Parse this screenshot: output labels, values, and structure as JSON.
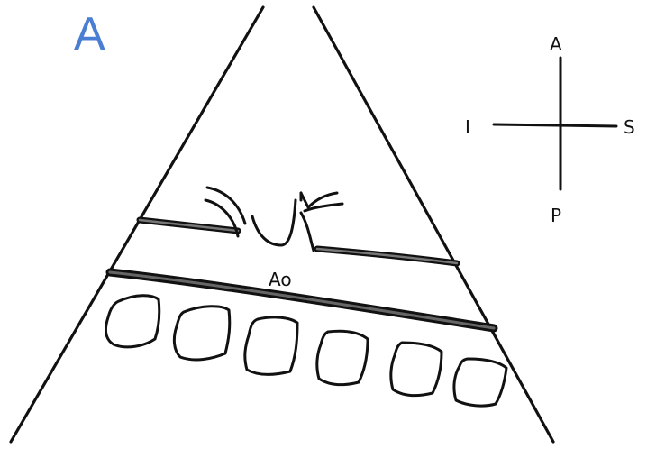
{
  "panel": {
    "label": "A",
    "label_color": "#4a7ed2"
  },
  "vessel_label": "Ao",
  "orientation": {
    "anterior": "A",
    "posterior": "P",
    "inferior": "I",
    "superior": "S"
  },
  "colors": {
    "ink": "#111111",
    "vessel_fill": "#555555"
  }
}
